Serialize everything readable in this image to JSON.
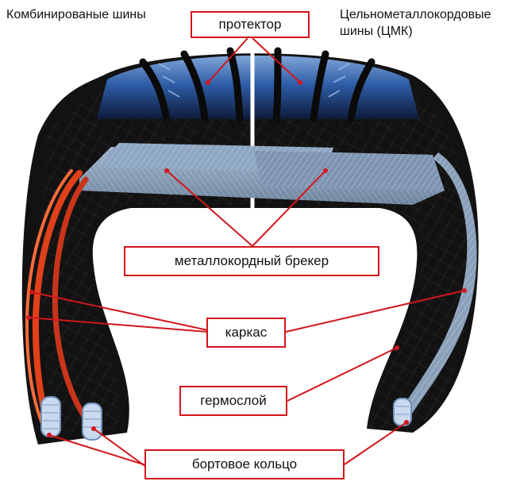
{
  "headings": {
    "left": "Комбинированые шины",
    "right": "Цельнометаллокордовые шины (ЦМК)"
  },
  "labels": {
    "tread": "протектор",
    "breaker": "металлокордный брекер",
    "carcass": "каркас",
    "inner_liner": "гермослой",
    "bead_ring": "бортовое кольцо"
  },
  "colors": {
    "leader_line": "#d2161c",
    "textile_cord": "#e0401a",
    "tread_blue": "#2f5ea8",
    "rubber": "#141414"
  }
}
